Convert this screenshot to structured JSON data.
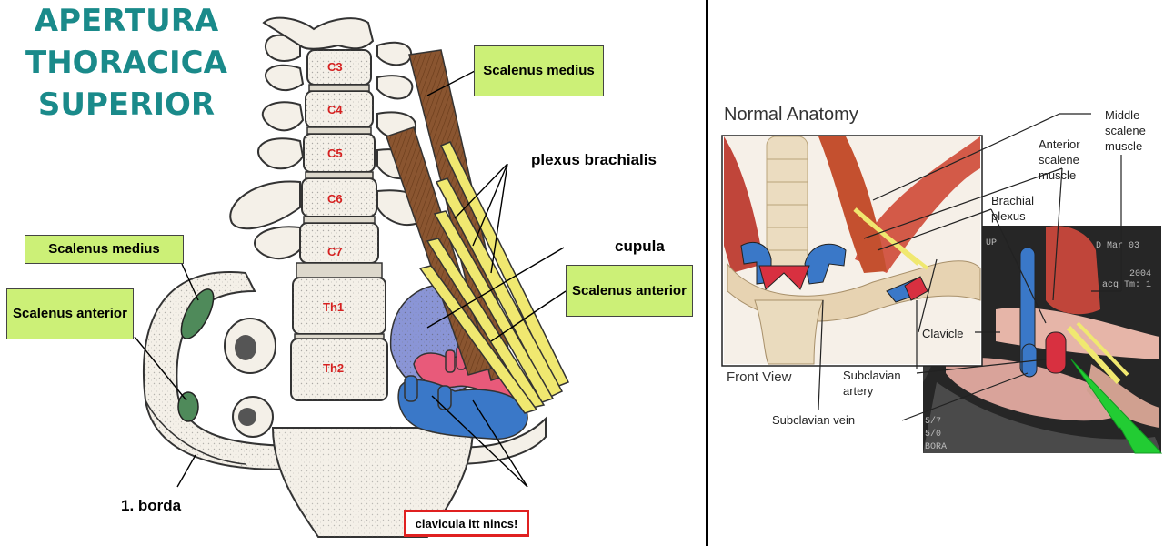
{
  "title": {
    "lines": [
      "APERTURA",
      "THORACICA",
      "SUPERIOR"
    ]
  },
  "left_diagram": {
    "vertebrae": [
      "C3",
      "C4",
      "C5",
      "C6",
      "C7",
      "Th1",
      "Th2"
    ],
    "boxes": {
      "scalenus_medius_top": "Scalenus medius",
      "scalenus_medius_left": "Scalenus medius",
      "scalenus_anterior_left": "Scalenus anterior",
      "scalenus_anterior_right": "Scalenus anterior"
    },
    "labels": {
      "plexus": "plexus brachialis",
      "cupula": "cupula",
      "borda": "1. borda"
    },
    "note": "clavicula itt nincs!"
  },
  "right_diagram": {
    "title": "Normal Anatomy",
    "front_view": "Front View",
    "labels": {
      "middle_scalene": "Middle scalene muscle",
      "anterior_scalene": "Anterior scalene muscle",
      "brachial_plexus": "Brachial plexus",
      "clavicle": "Clavicle",
      "subclavian_artery": "Subclavian artery",
      "subclavian_vein": "Subclavian vein"
    },
    "mri_overlay": [
      "UP",
      "D Mar 03",
      "2004",
      "acq Tm: 1",
      "5/7",
      "5/0",
      "BORA"
    ]
  },
  "colors": {
    "title": "#1a8a8a",
    "label_box": "#ccf077",
    "note_border": "#e02020",
    "artery": "#e85a7a",
    "vein": "#3a78c8",
    "muscle": "#8a5530",
    "nerve": "#f0e870",
    "accent_pointer": "#22cc33"
  }
}
